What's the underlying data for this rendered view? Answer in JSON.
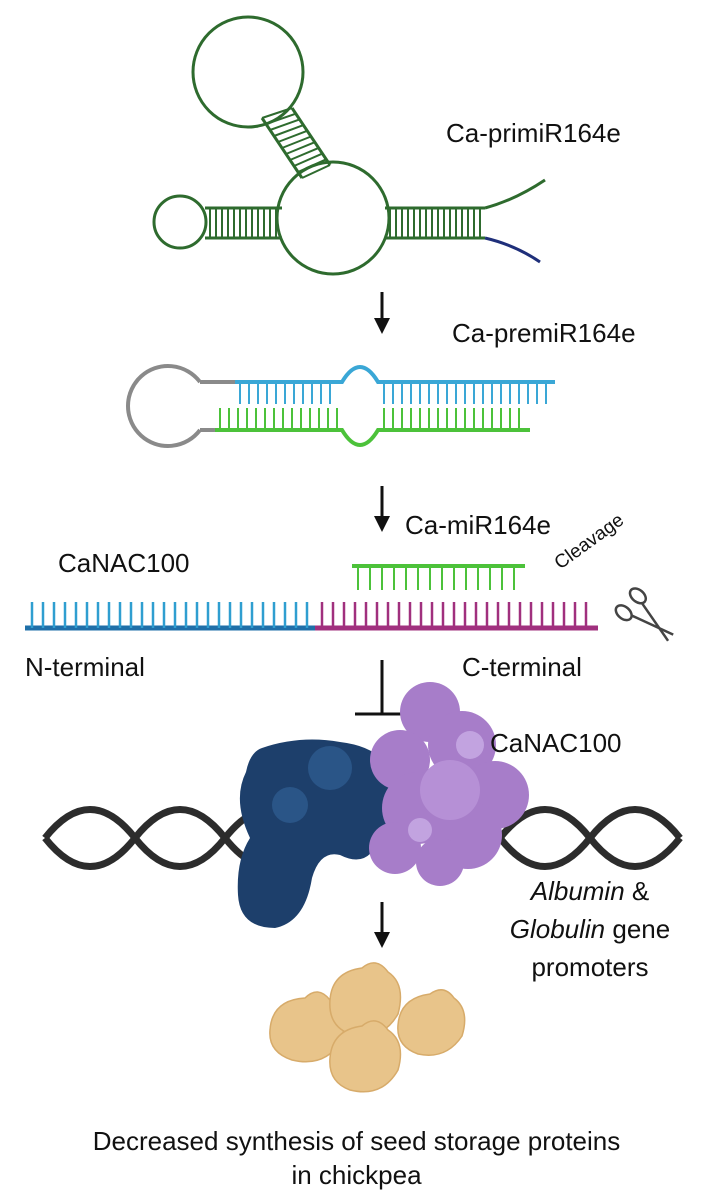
{
  "labels": {
    "primi": "Ca-primiR164e",
    "premi": "Ca-premiR164e",
    "mir": "Ca-miR164e",
    "target_gene": "CaNAC100",
    "cleavage": "Cleavage",
    "n_terminal": "N-terminal",
    "c_terminal": "C-terminal",
    "protein": "CaNAC100",
    "albumin": "Albumin",
    "ampersand": " &",
    "globulin": "Globulin",
    "gene": " gene",
    "promoters": "promoters"
  },
  "caption": {
    "line1": "Decreased synthesis of seed storage proteins",
    "line2": "in chickpea"
  },
  "colors": {
    "primi_stem": "#2e6b2e",
    "primi_tail_blue": "#1f2f7a",
    "premi_loop": "#8a8a8a",
    "premi_top": "#3aa7d6",
    "premi_bottom": "#4cc23a",
    "mir": "#4cc23a",
    "mrna_n": "#2f9ed0",
    "mrna_c": "#a0307e",
    "protein_dark": "#1d3f6b",
    "protein_purple": "#a77dc9",
    "dna": "#2c2c2c",
    "seed": "#e8c48a"
  }
}
